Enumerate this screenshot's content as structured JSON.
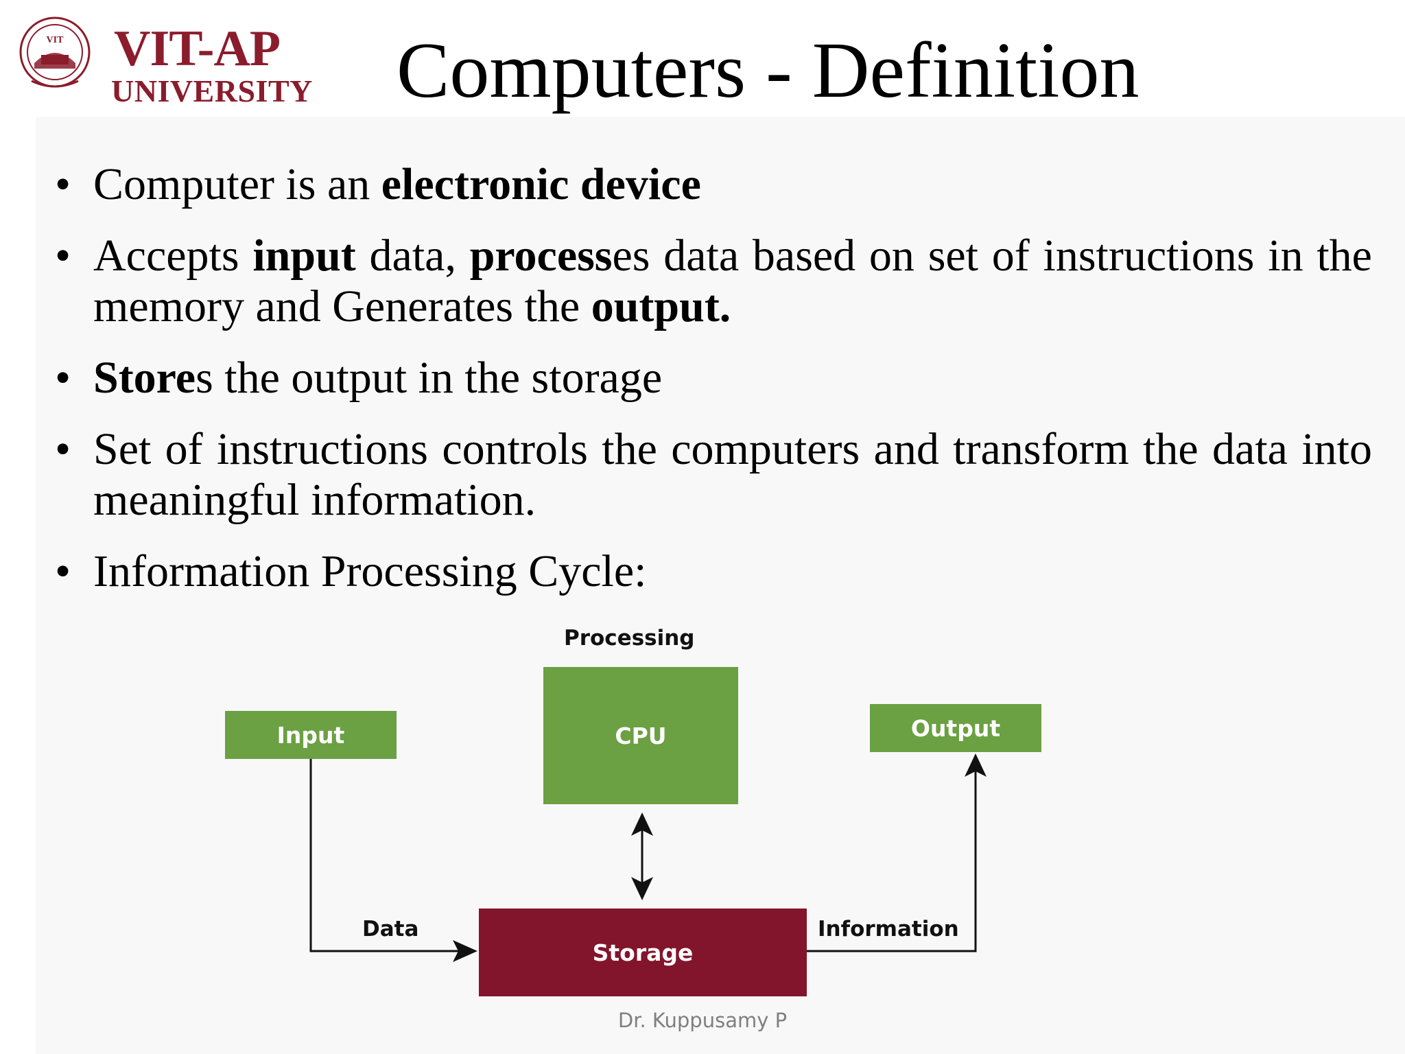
{
  "logo": {
    "main": "VIT-AP",
    "sub": "UNIVERSITY",
    "seal_text": "VIT",
    "color": "#8b1c2c"
  },
  "title": "Computers - Definition",
  "bullets": [
    {
      "parts": [
        {
          "t": "Computer is an ",
          "b": false
        },
        {
          "t": "electronic device",
          "b": true
        }
      ]
    },
    {
      "parts": [
        {
          "t": "Accepts ",
          "b": false
        },
        {
          "t": "input",
          "b": true
        },
        {
          "t": " data, ",
          "b": false
        },
        {
          "t": "process",
          "b": true
        },
        {
          "t": "es data based on set of instructions in the memory and Generates the ",
          "b": false
        },
        {
          "t": "output.",
          "b": true
        }
      ]
    },
    {
      "parts": [
        {
          "t": "Store",
          "b": true
        },
        {
          "t": "s the output in the storage",
          "b": false
        }
      ]
    },
    {
      "parts": [
        {
          "t": "Set of instructions controls the computers and transform the data into meaningful information.",
          "b": false
        }
      ]
    },
    {
      "parts": [
        {
          "t": "Information Processing Cycle:",
          "b": false
        }
      ]
    }
  ],
  "diagram": {
    "processing_label": "Processing",
    "input": "Input",
    "cpu": "CPU",
    "output": "Output",
    "storage": "Storage",
    "data_label": "Data",
    "information_label": "Information",
    "green": "#6ba043",
    "storage_color": "#82152c"
  },
  "footer": "Dr. Kuppusamy P"
}
